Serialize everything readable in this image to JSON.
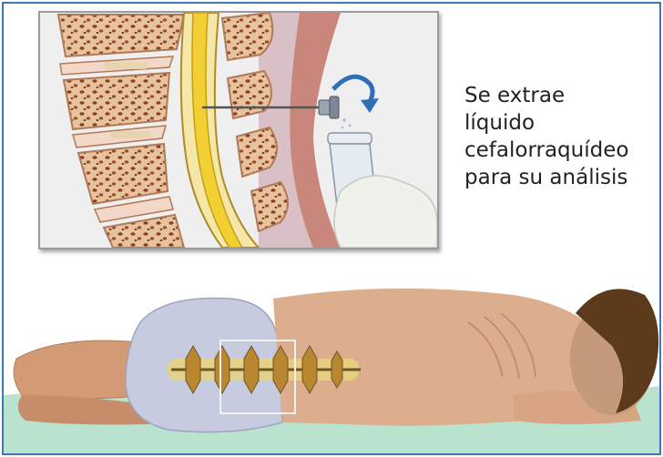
{
  "caption": {
    "line1": "Se extrae",
    "line2": "líquido",
    "line3": "cefalorraquídeo",
    "line4": "para su análisis"
  },
  "colors": {
    "frame_border": "#3f77b3",
    "vertebra_bone": "#e9c9a4",
    "bone_pore": "#8a3e2a",
    "spinal_cord": "#f2d033",
    "skin": "#d6a27f",
    "pants": "#c7cbe0",
    "bed_sheet": "#b9e3cf",
    "hair": "#5b3b1c"
  },
  "icons": {
    "rotation_arrow": "curved-arrow-icon",
    "needle": "needle-icon",
    "vial": "collection-tube-icon",
    "focus_box": "highlight-box-icon"
  }
}
